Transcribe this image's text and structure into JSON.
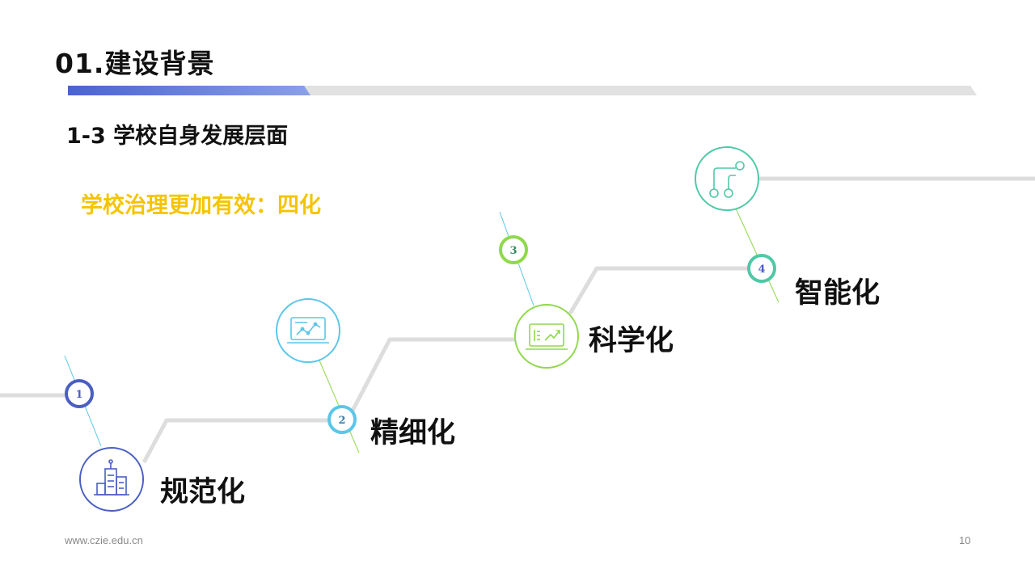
{
  "header": {
    "title": "01.建设背景",
    "accent_color": "#4a63d3"
  },
  "section": {
    "subtitle": "1-3  学校自身发展层面",
    "highlight": "学校治理更加有效：四化",
    "highlight_color": "#f5c400"
  },
  "steps": [
    {
      "number": "1",
      "label": "规范化",
      "icon": "building-icon",
      "color": "#4a5fc1"
    },
    {
      "number": "2",
      "label": "精细化",
      "icon": "laptop-chart-icon",
      "color": "#5bc6e8"
    },
    {
      "number": "3",
      "label": "科学化",
      "icon": "laptop-growth-icon",
      "color": "#8fd94a"
    },
    {
      "number": "4",
      "label": "智能化",
      "icon": "flowchart-icon",
      "color": "#4ec9a6"
    }
  ],
  "footer": {
    "url": "www.czie.edu.cn",
    "page": "10"
  }
}
